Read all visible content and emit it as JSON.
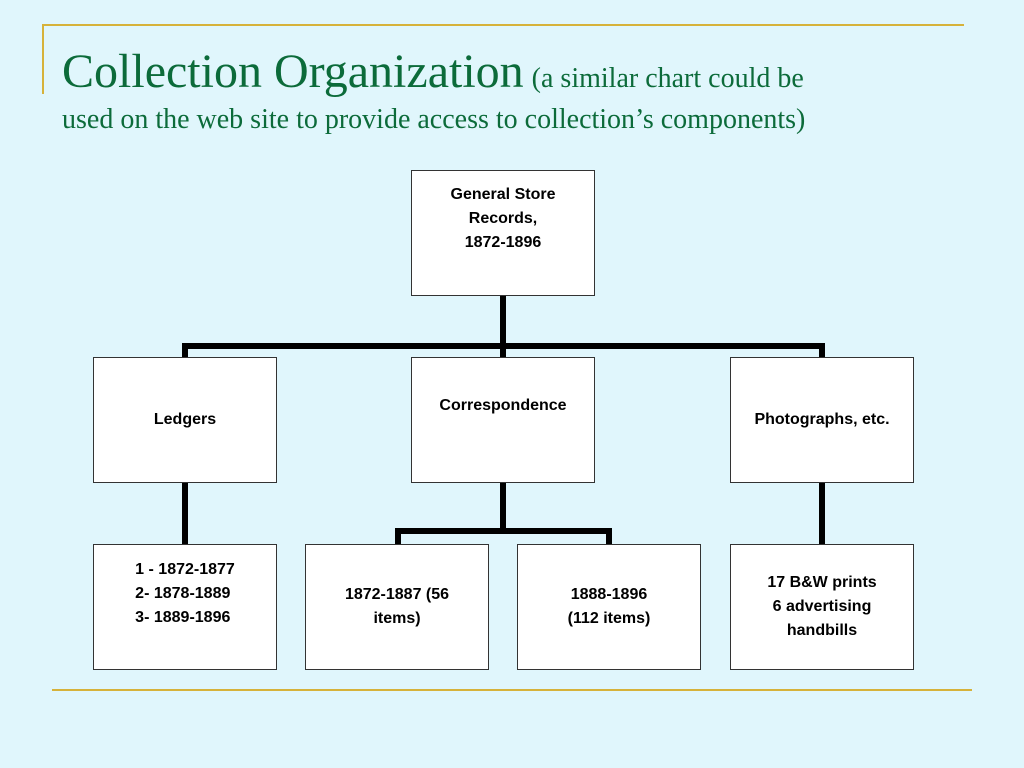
{
  "slide": {
    "title_main": "Collection Organization",
    "title_sub_line1": "(a similar chart could be",
    "title_sub_line2": "used on the web site to provide access to collection’s components)",
    "colors": {
      "background": "#e0f6fc",
      "title": "#0c6b3a",
      "accent_rule": "#d6b23a",
      "box_fill": "#ffffff",
      "connector": "#000000"
    }
  },
  "org_chart": {
    "root": "General Store\nRecords,\n1872-1896",
    "ledgers": "Ledgers",
    "correspondence": "Correspondence",
    "photographs": "Photographs, etc.",
    "ledgers_detail": "1 - 1872-1877\n2- 1878-1889\n3- 1889-1896",
    "correspondence_a": "1872-1887 (56\nitems)",
    "correspondence_b": "1888-1896\n(112 items)",
    "photographs_detail": "17 B&W prints\n6 advertising\nhandbills"
  }
}
